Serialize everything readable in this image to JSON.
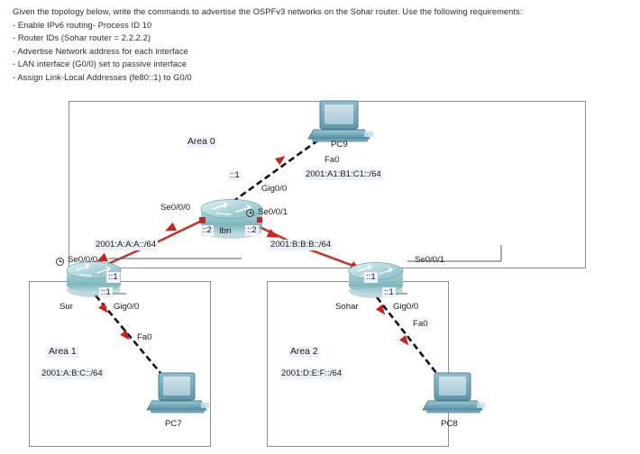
{
  "question": {
    "intro": "Given the topology below, write the commands to advertise the OSPFv3 networks on the Sohar router. Use the following requirements:",
    "requirements": [
      "- Enable IPv6 routing- Process ID 10",
      "- Router IDs (Sohar router = 2.2.2.2)",
      "- Advertise Network address for each interface",
      "- LAN interface (G0/0) set to passive interface",
      "- Assign Link-Local Addresses (fe80::1) to G0/0"
    ]
  },
  "diagram": {
    "areas": {
      "area0": {
        "label": "Area 0"
      },
      "area1": {
        "label": "Area 1",
        "network": "2001:A:B:C::/64"
      },
      "area2": {
        "label": "Area 2",
        "network": "2001:D:E:F::/64"
      }
    },
    "devices": {
      "ibri": {
        "name": "Ibri"
      },
      "sur": {
        "name": "Sur"
      },
      "sohar": {
        "name": "Sohar"
      },
      "pc7": {
        "name": "PC7"
      },
      "pc8": {
        "name": "PC8"
      },
      "pc9": {
        "name": "PC9"
      }
    },
    "links": {
      "ibri_pc9": {
        "network": "2001:A1:B1:C1::/64",
        "router_interface": "Gig0/0",
        "pc_interface": "Fa0",
        "router_host": "::1"
      },
      "ibri_sur": {
        "network": "2001:A:A:A::/64",
        "ibri_interface": "Se0/0/0",
        "ibri_host": "::2",
        "sur_interface": "Se0/0/0",
        "sur_host": "::1",
        "sur_dce": true
      },
      "ibri_sohar": {
        "network": "2001:B:B:B::/64",
        "ibri_interface": "Se0/0/1",
        "ibri_host": "::2",
        "ibri_dce": true,
        "sohar_interface": "Se0/0/1",
        "sohar_host": "::1"
      },
      "sur_pc7": {
        "router_interface": "Gig0/0",
        "pc_interface": "Fa0",
        "router_host": "::1"
      },
      "sohar_pc8": {
        "router_interface": "Gig0/0",
        "pc_interface": "Fa0",
        "router_host": "::1"
      }
    },
    "colors": {
      "router_body": "#8fc4c8",
      "router_top": "#d6ecee",
      "pc_screen": "#b7d7e0",
      "pc_body": "#6fa9ba",
      "serial_link": "#c0392b",
      "ethernet_link": "#111111",
      "area_border": "#8d8d8d",
      "label_plate": "#eef2fa"
    }
  }
}
